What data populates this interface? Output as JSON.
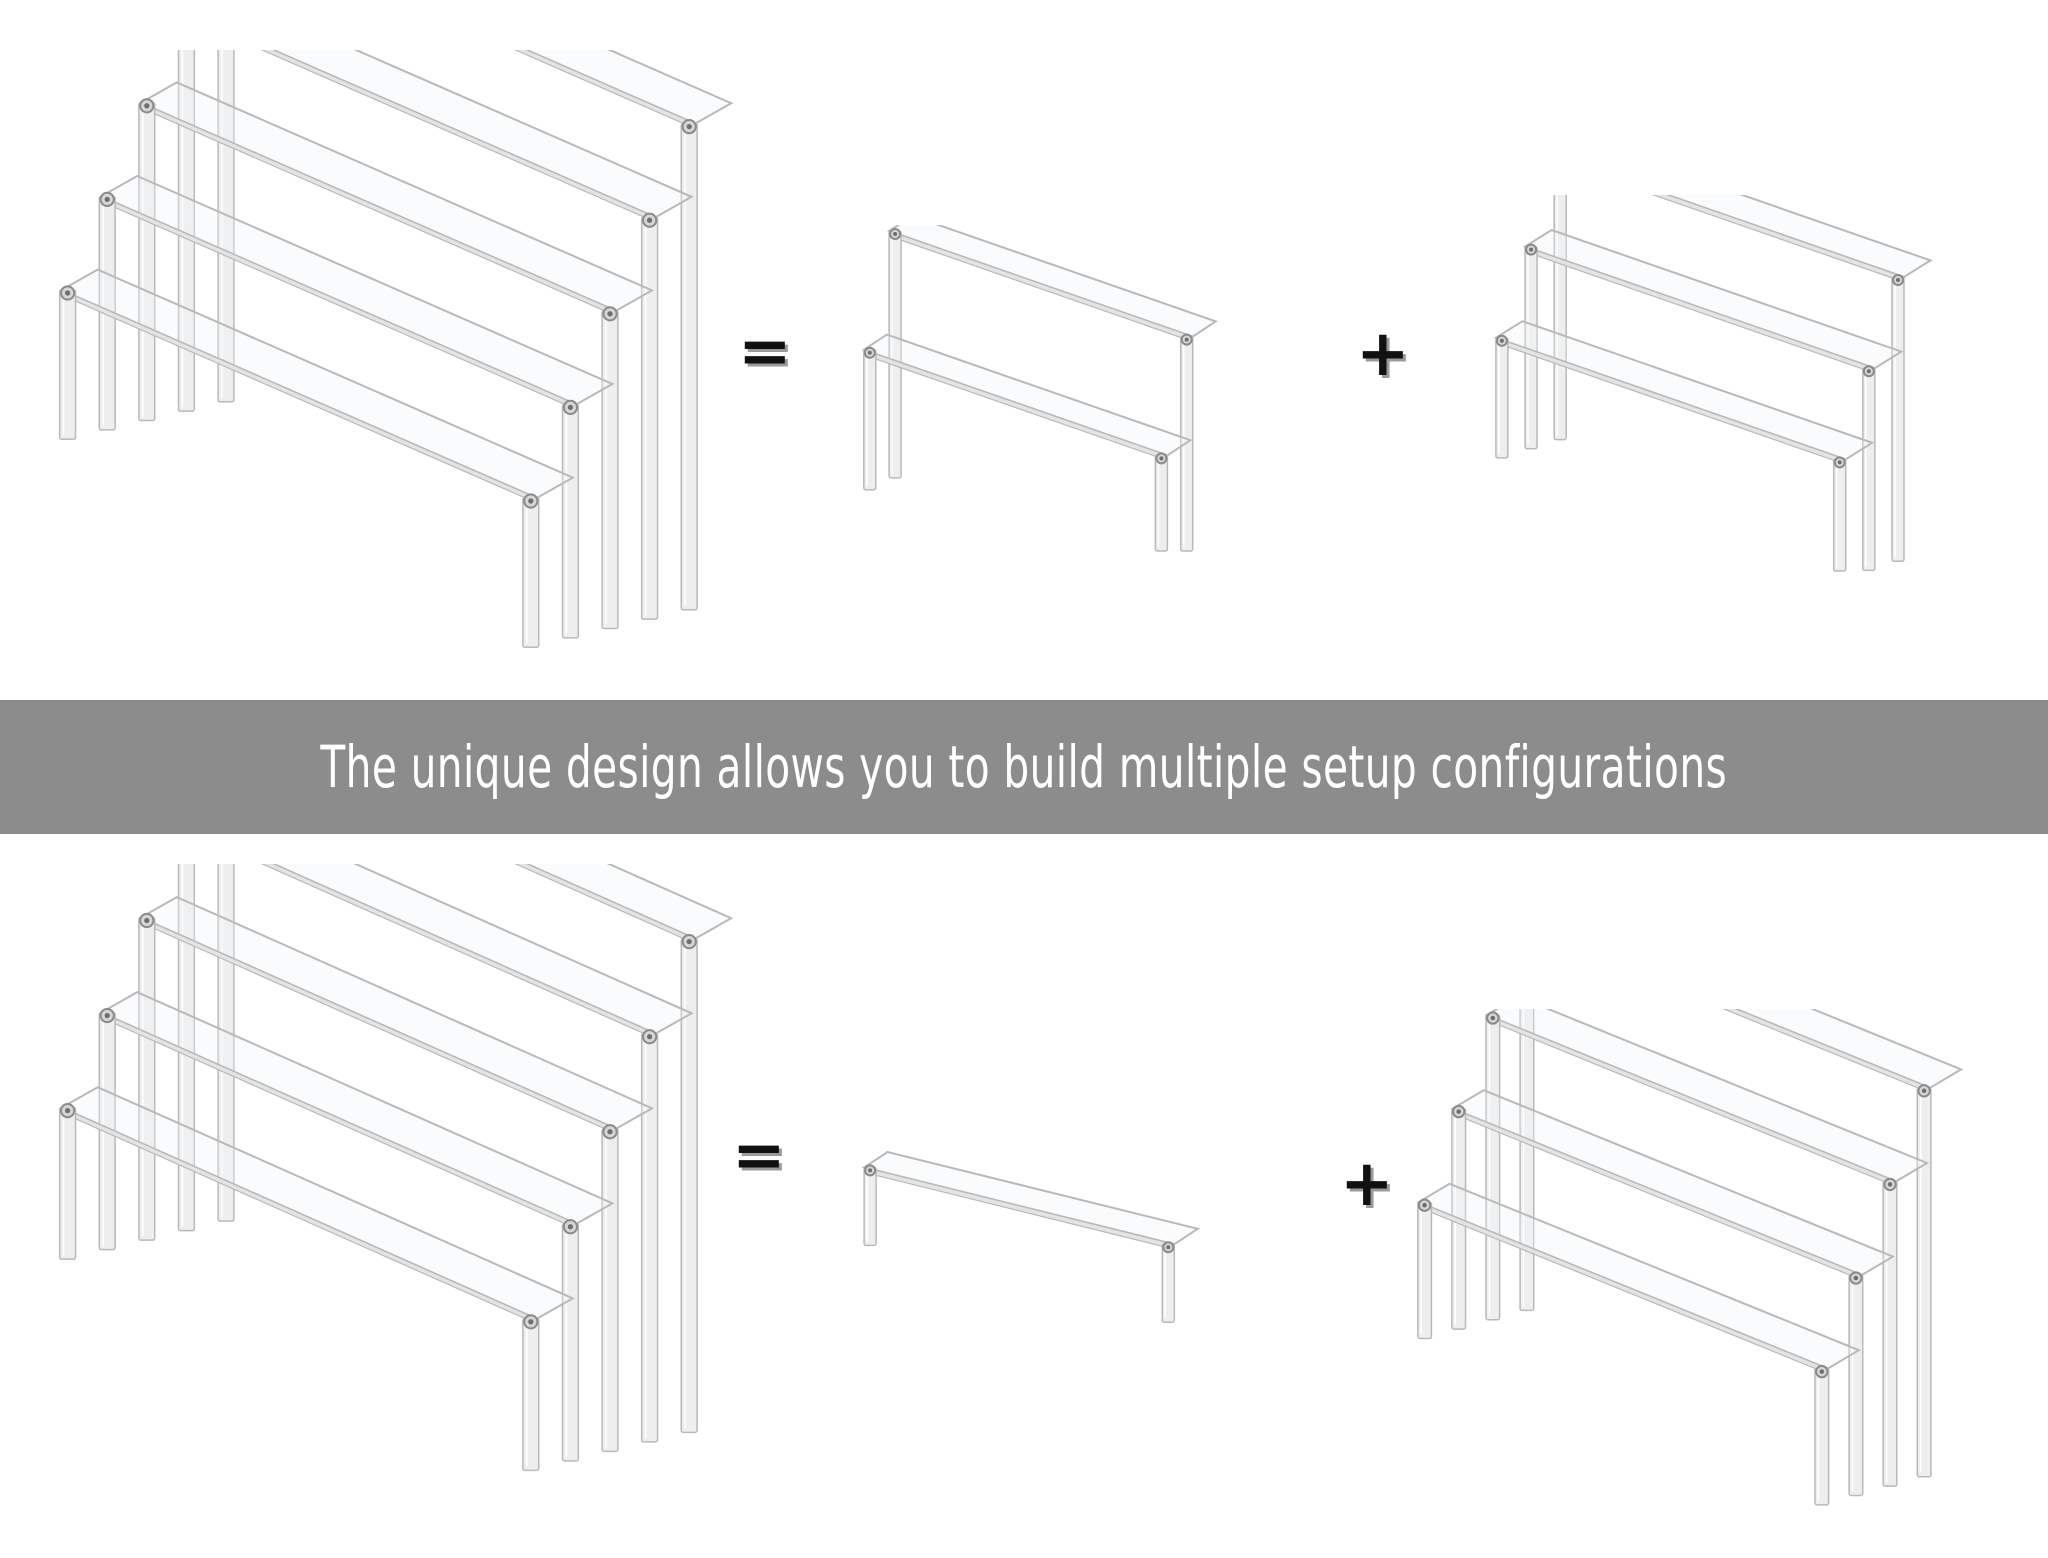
{
  "banner": {
    "text": "The unique design allows you to build multiple setup configurations",
    "background": "#8c8c8c"
  },
  "operators": {
    "equals": "=",
    "plus": "+"
  },
  "rows": [
    {
      "whole": "5-tier riser",
      "part_a": "2-tier riser",
      "part_b": "3-tier riser"
    },
    {
      "whole": "5-tier riser",
      "part_a": "1-tier riser",
      "part_b": "4-tier riser"
    }
  ],
  "colors": {
    "acrylic_edge": "#b9b9b9",
    "acrylic_dark": "#6f6f6f",
    "post_fill": "#eeeeee",
    "screw": "#8a8a8a"
  }
}
